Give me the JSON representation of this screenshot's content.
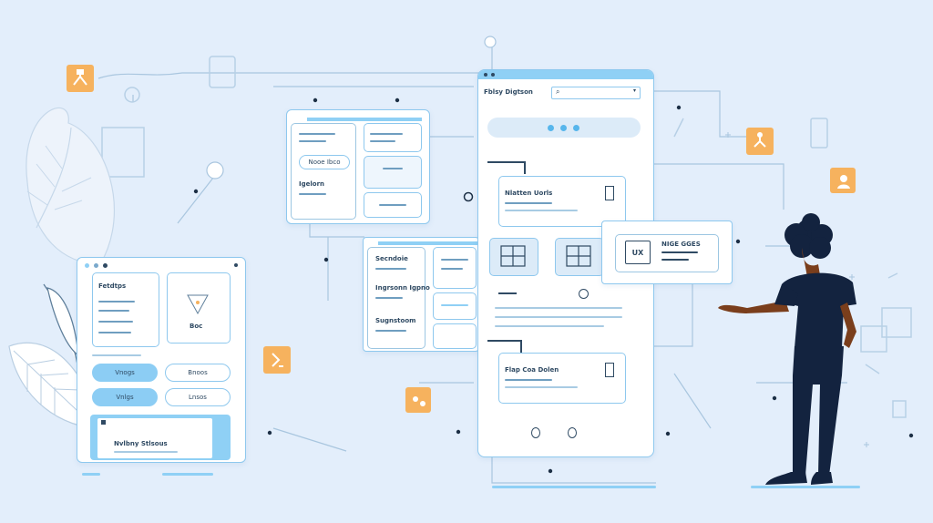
{
  "colors": {
    "background": "#e3eefb",
    "accent": "#8fd0f5",
    "outline": "#8ec8ee",
    "tile": "#f6b25e",
    "figure": "#13233f",
    "skin": "#7a3e1c"
  },
  "center_phone": {
    "title": "Fblsy Digtson",
    "card1_title": "Nlatten Uorls",
    "card2_title": "Flap Coa Dolen"
  },
  "left_panel": {
    "heading": "Fetdtps",
    "card_label": "Boc",
    "buttons": [
      "Vnogs",
      "Bnoos",
      "Vnlgs",
      "Lnsos"
    ],
    "footer_text": "Nvlbny Stlsous"
  },
  "top_panel": {
    "button": "Nooe Ibco",
    "label": "Igelorn"
  },
  "middle_panel": {
    "heading": "Secndoie",
    "label": "Ingrsonn Igpno",
    "label2": "Sugnstoom"
  },
  "ux_card": {
    "badge": "UX",
    "title": "NIGE GGES"
  },
  "icons": [
    "flowchart-tile-icon",
    "tree-node-tile-icon",
    "user-tile-icon",
    "brackets-tile-icon"
  ]
}
